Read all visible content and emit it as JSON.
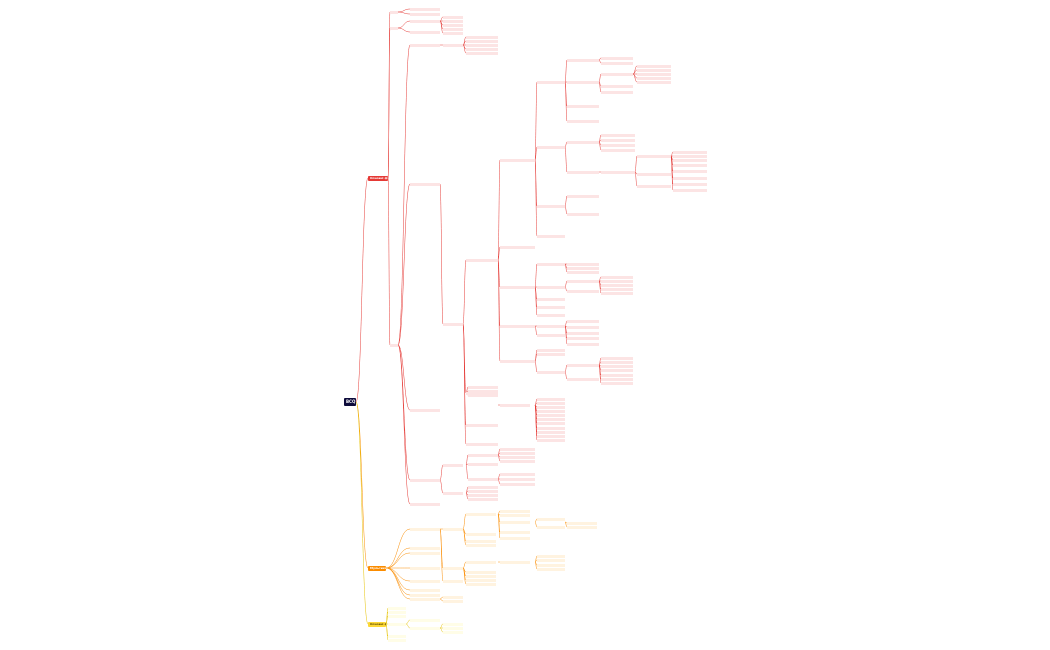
{
  "root": {
    "label": "BCQ"
  },
  "colors": {
    "red": "#e53935",
    "red_light": "#fce4e4",
    "orange": "#fb8c00",
    "orange_light": "#fff3e0",
    "yellow": "#fdd835",
    "yellow_light": "#fffde7"
  },
  "categories": [
    {
      "key": "red",
      "label": "Основні функції"
    },
    {
      "key": "orange",
      "label": "Мультиканальні"
    },
    {
      "key": "yellow",
      "label": "Основні функції"
    }
  ]
}
